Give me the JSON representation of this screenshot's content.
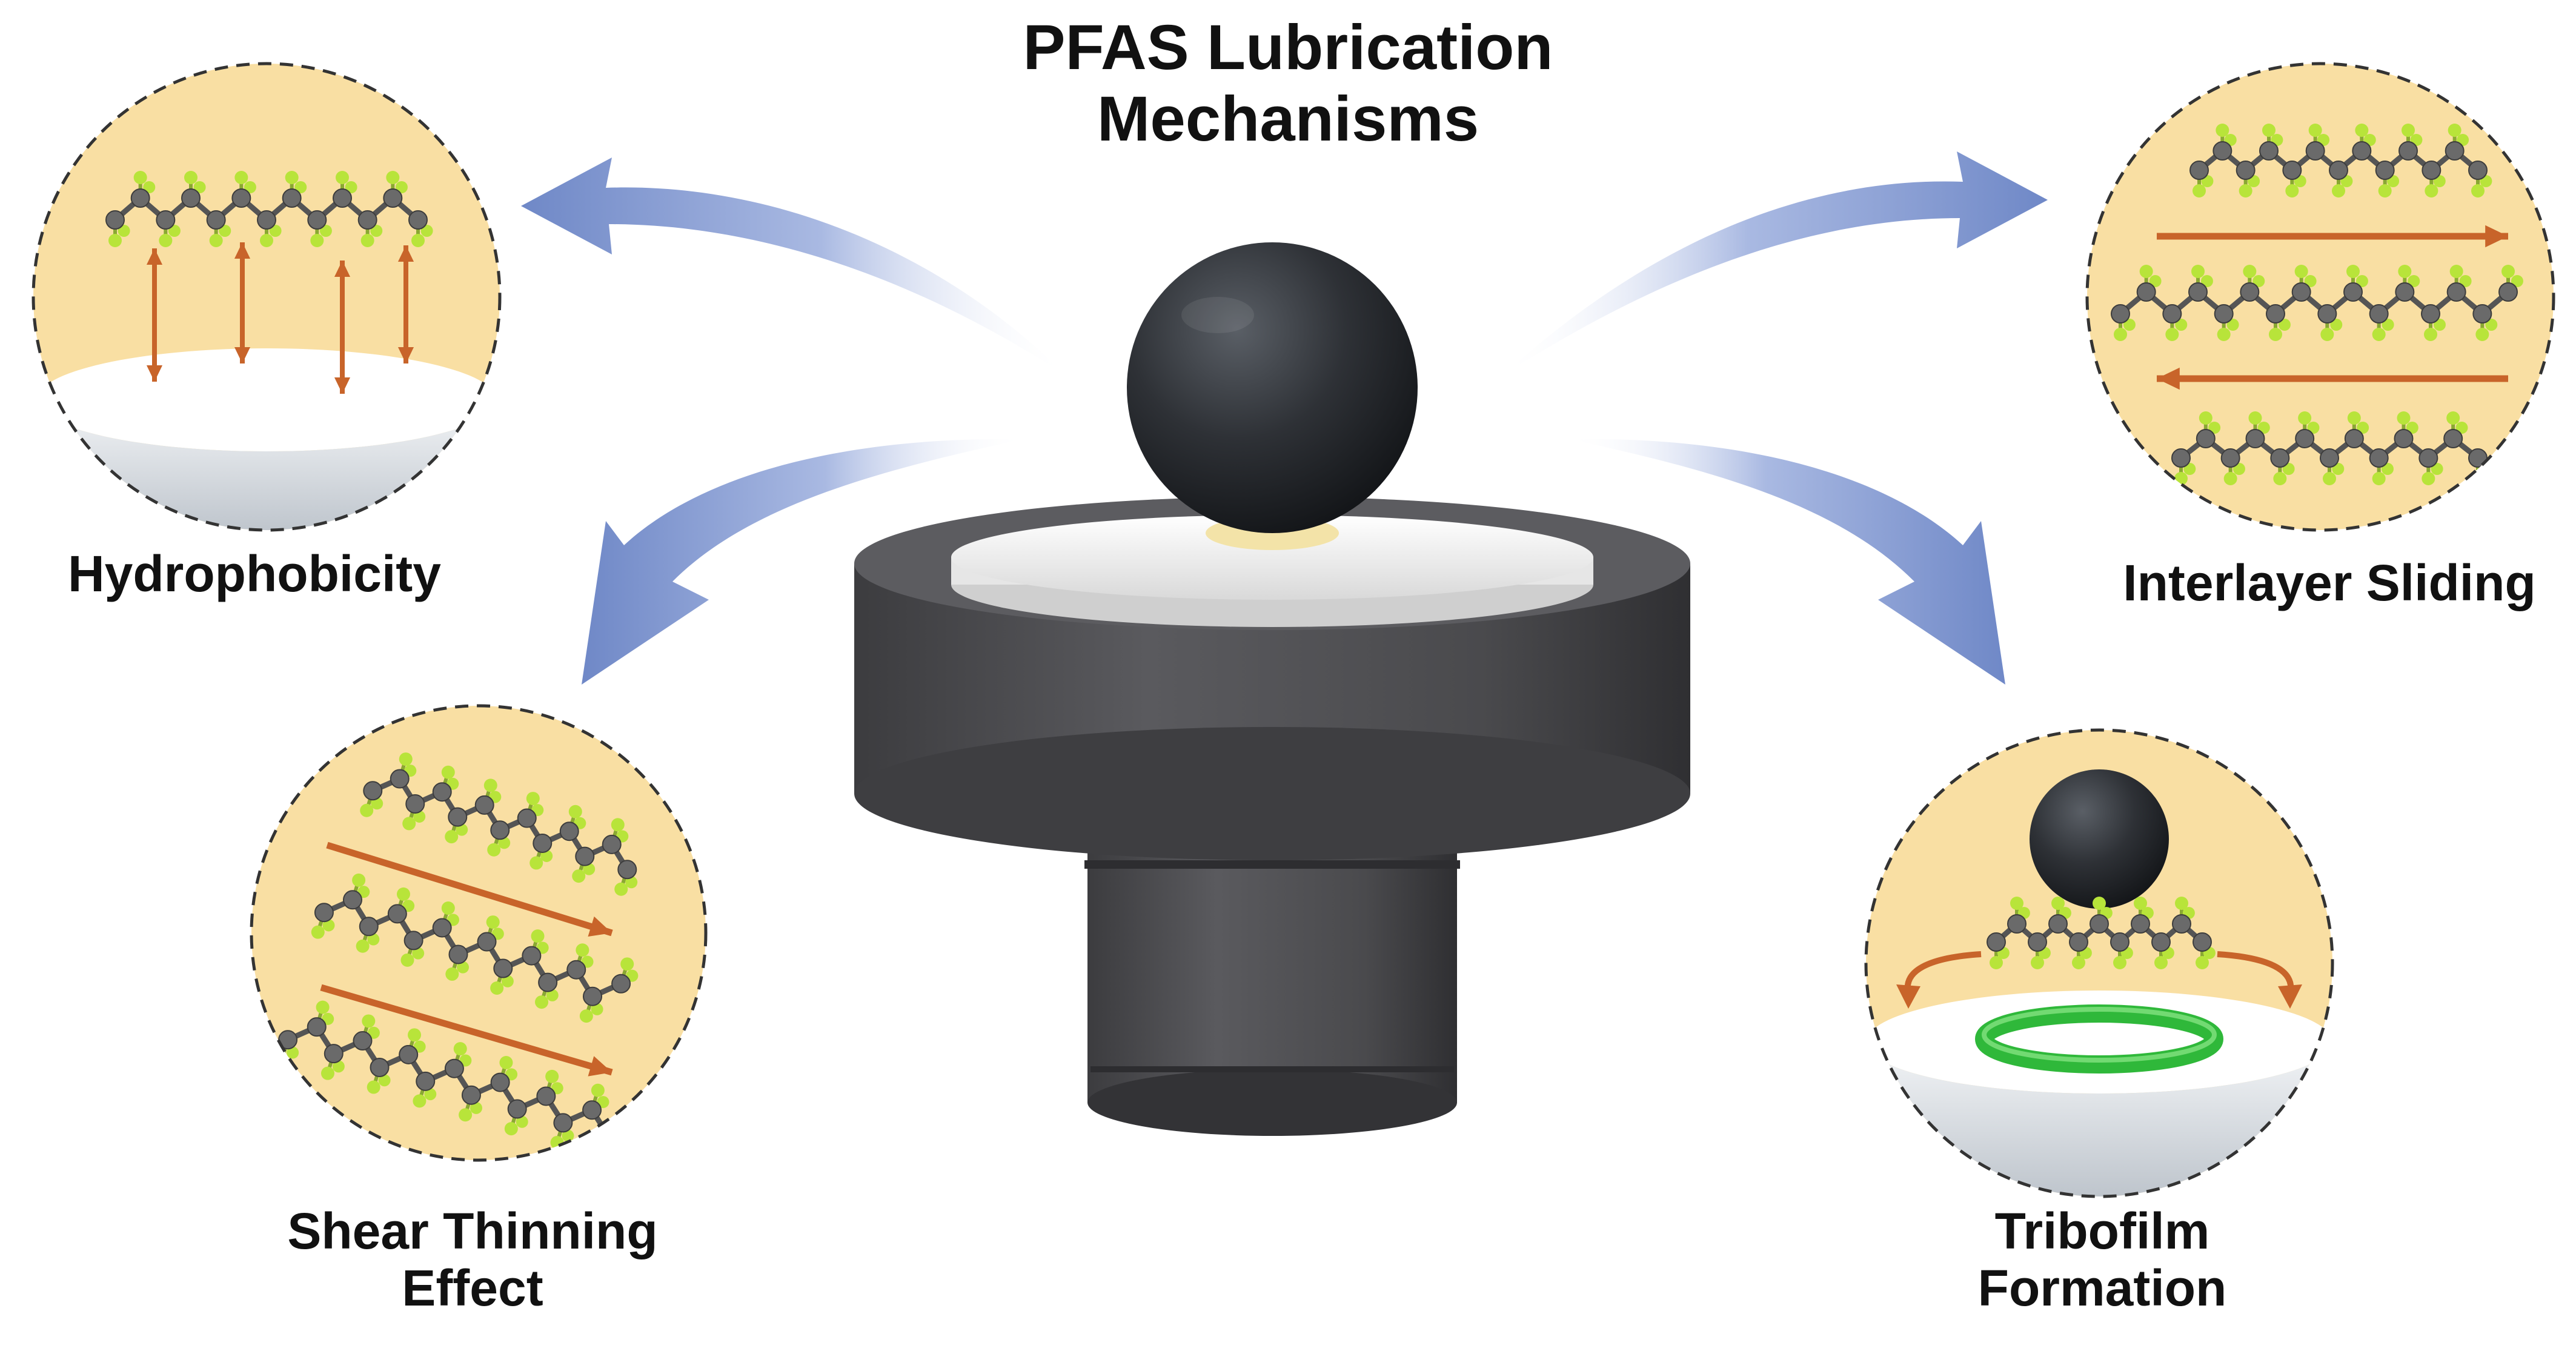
{
  "title": {
    "line1": "PFAS Lubrication",
    "line2": "Mechanisms"
  },
  "mechanisms": {
    "hydrophobicity": {
      "label": "Hydrophobicity"
    },
    "interlayer_sliding": {
      "label": "Interlayer Sliding"
    },
    "shear_thinning": {
      "line1": "Shear Thinning",
      "line2": "Effect"
    },
    "tribofilm": {
      "line1": "Tribofilm",
      "line2": "Formation"
    }
  },
  "colors": {
    "panel_fill": "#f9dfa3",
    "arrow_blue": "#7f97cf",
    "force_arrow": "#c8642a",
    "fluorine": "#b8e43a",
    "carbon": "#6a6a6a",
    "tribofilm_green": "#2fb83a",
    "ball": "#2b2e33",
    "holder": "#4a4a4d"
  },
  "icons": [
    "perfluoro-chain-icon",
    "ball-on-disk-tribometer-icon",
    "curved-arrow-icon"
  ]
}
